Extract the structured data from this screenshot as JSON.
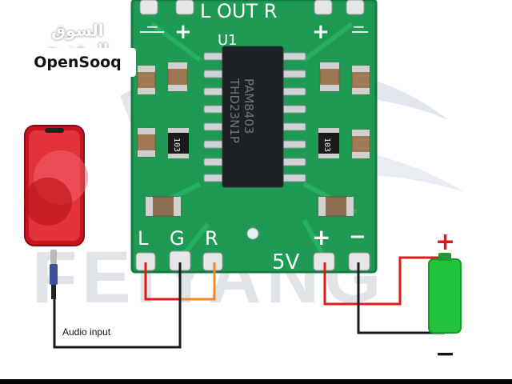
{
  "brand": {
    "arabic_name": "السوق المفتوح",
    "latin_name": "OpenSooq"
  },
  "watermark": {
    "text": "FEIYANG"
  },
  "board": {
    "top_label": "L OUT R",
    "chip_name": "U1",
    "chip_marking_line1": "PAM8403",
    "chip_marking_line2": "THD23N1P",
    "resistor_code_left": "103",
    "resistor_code_right": "103",
    "top_plus_left": "+",
    "top_minus_left": "−",
    "top_plus_right": "+",
    "top_minus_right": "−",
    "input_labels": [
      "L",
      "G",
      "R"
    ],
    "power_label": "5V",
    "power_plus": "+",
    "power_minus": "−"
  },
  "audio_input_label": "Audio input",
  "battery": {
    "plus": "+",
    "minus": "−"
  },
  "colors": {
    "pcb_green": "#1e9a55",
    "wire_red": "#e01a1a",
    "wire_orange": "#ef8a2a",
    "wire_black": "#1a1a1a",
    "battery_green": "#22c23a",
    "phone_red": "#c8141c"
  }
}
